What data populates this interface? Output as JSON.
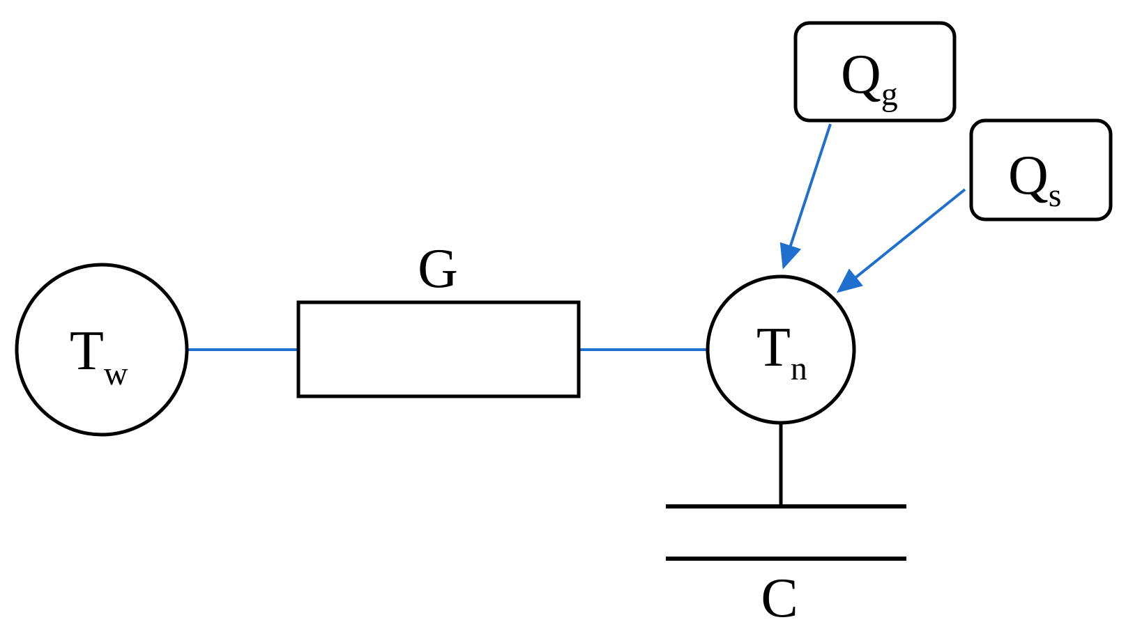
{
  "colors": {
    "stroke": "#000000",
    "wire": "#1f6fcf",
    "background": "#ffffff"
  },
  "nodes": {
    "wall": {
      "main": "T",
      "sub": "w"
    },
    "node": {
      "main": "T",
      "sub": "n"
    }
  },
  "conductance": {
    "label": "G"
  },
  "capacitance": {
    "label": "C"
  },
  "sources": {
    "gain": {
      "main": "Q",
      "sub": "g"
    },
    "solar": {
      "main": "Q",
      "sub": "s"
    }
  }
}
